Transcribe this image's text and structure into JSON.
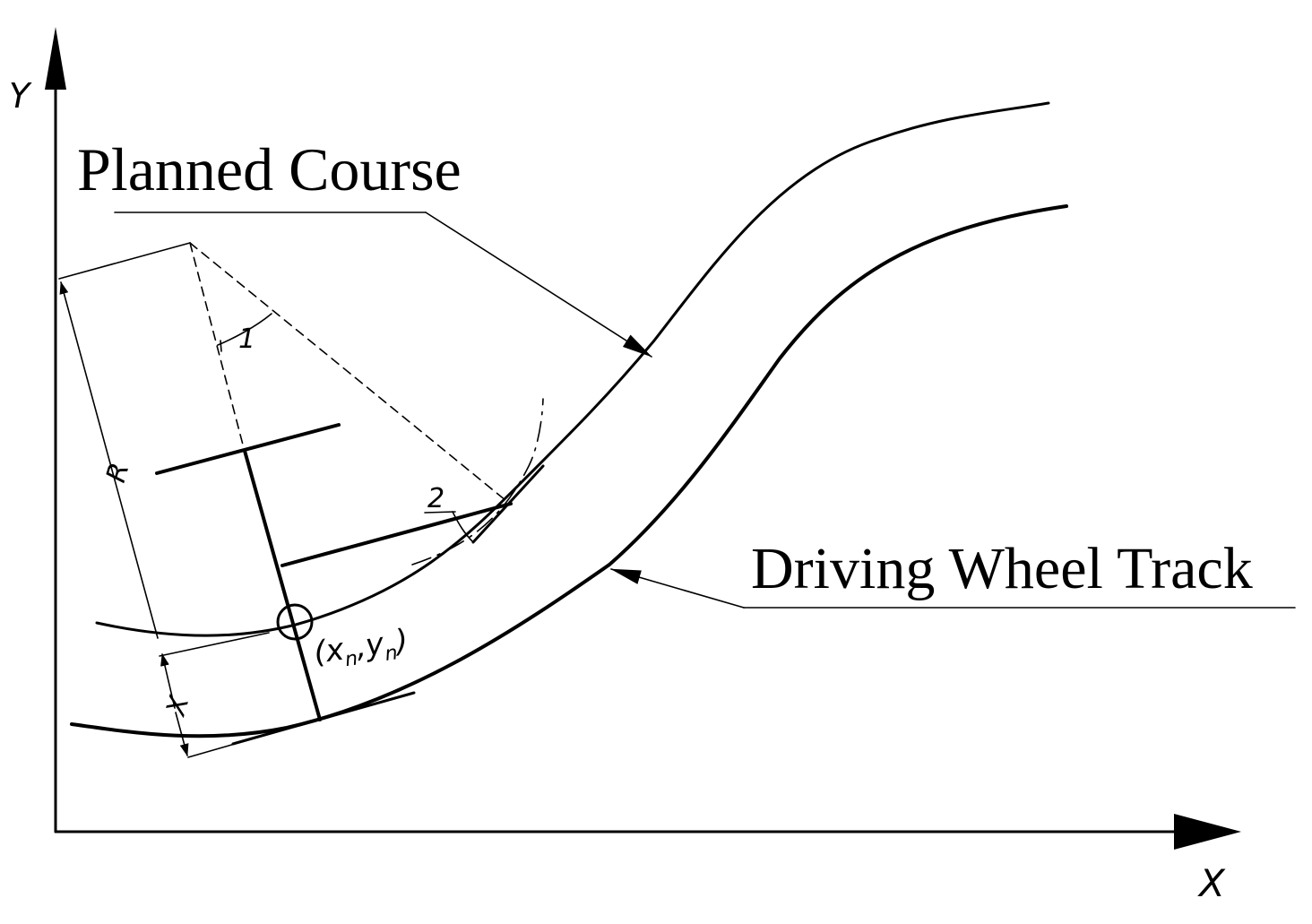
{
  "axes": {
    "x_label": "X",
    "y_label": "Y"
  },
  "labels": {
    "planned_course": "Planned Course",
    "driving_wheel_track": "Driving Wheel Track",
    "radius": "R",
    "offset": "X",
    "angle_1": "1",
    "angle_2": "2",
    "point": {
      "open": "(",
      "x": "x",
      "x_sub": "n",
      "sep": ",",
      "y": "y",
      "y_sub": "n",
      "close": ")"
    }
  },
  "colors": {
    "ink": "#000000",
    "background": "#ffffff"
  }
}
